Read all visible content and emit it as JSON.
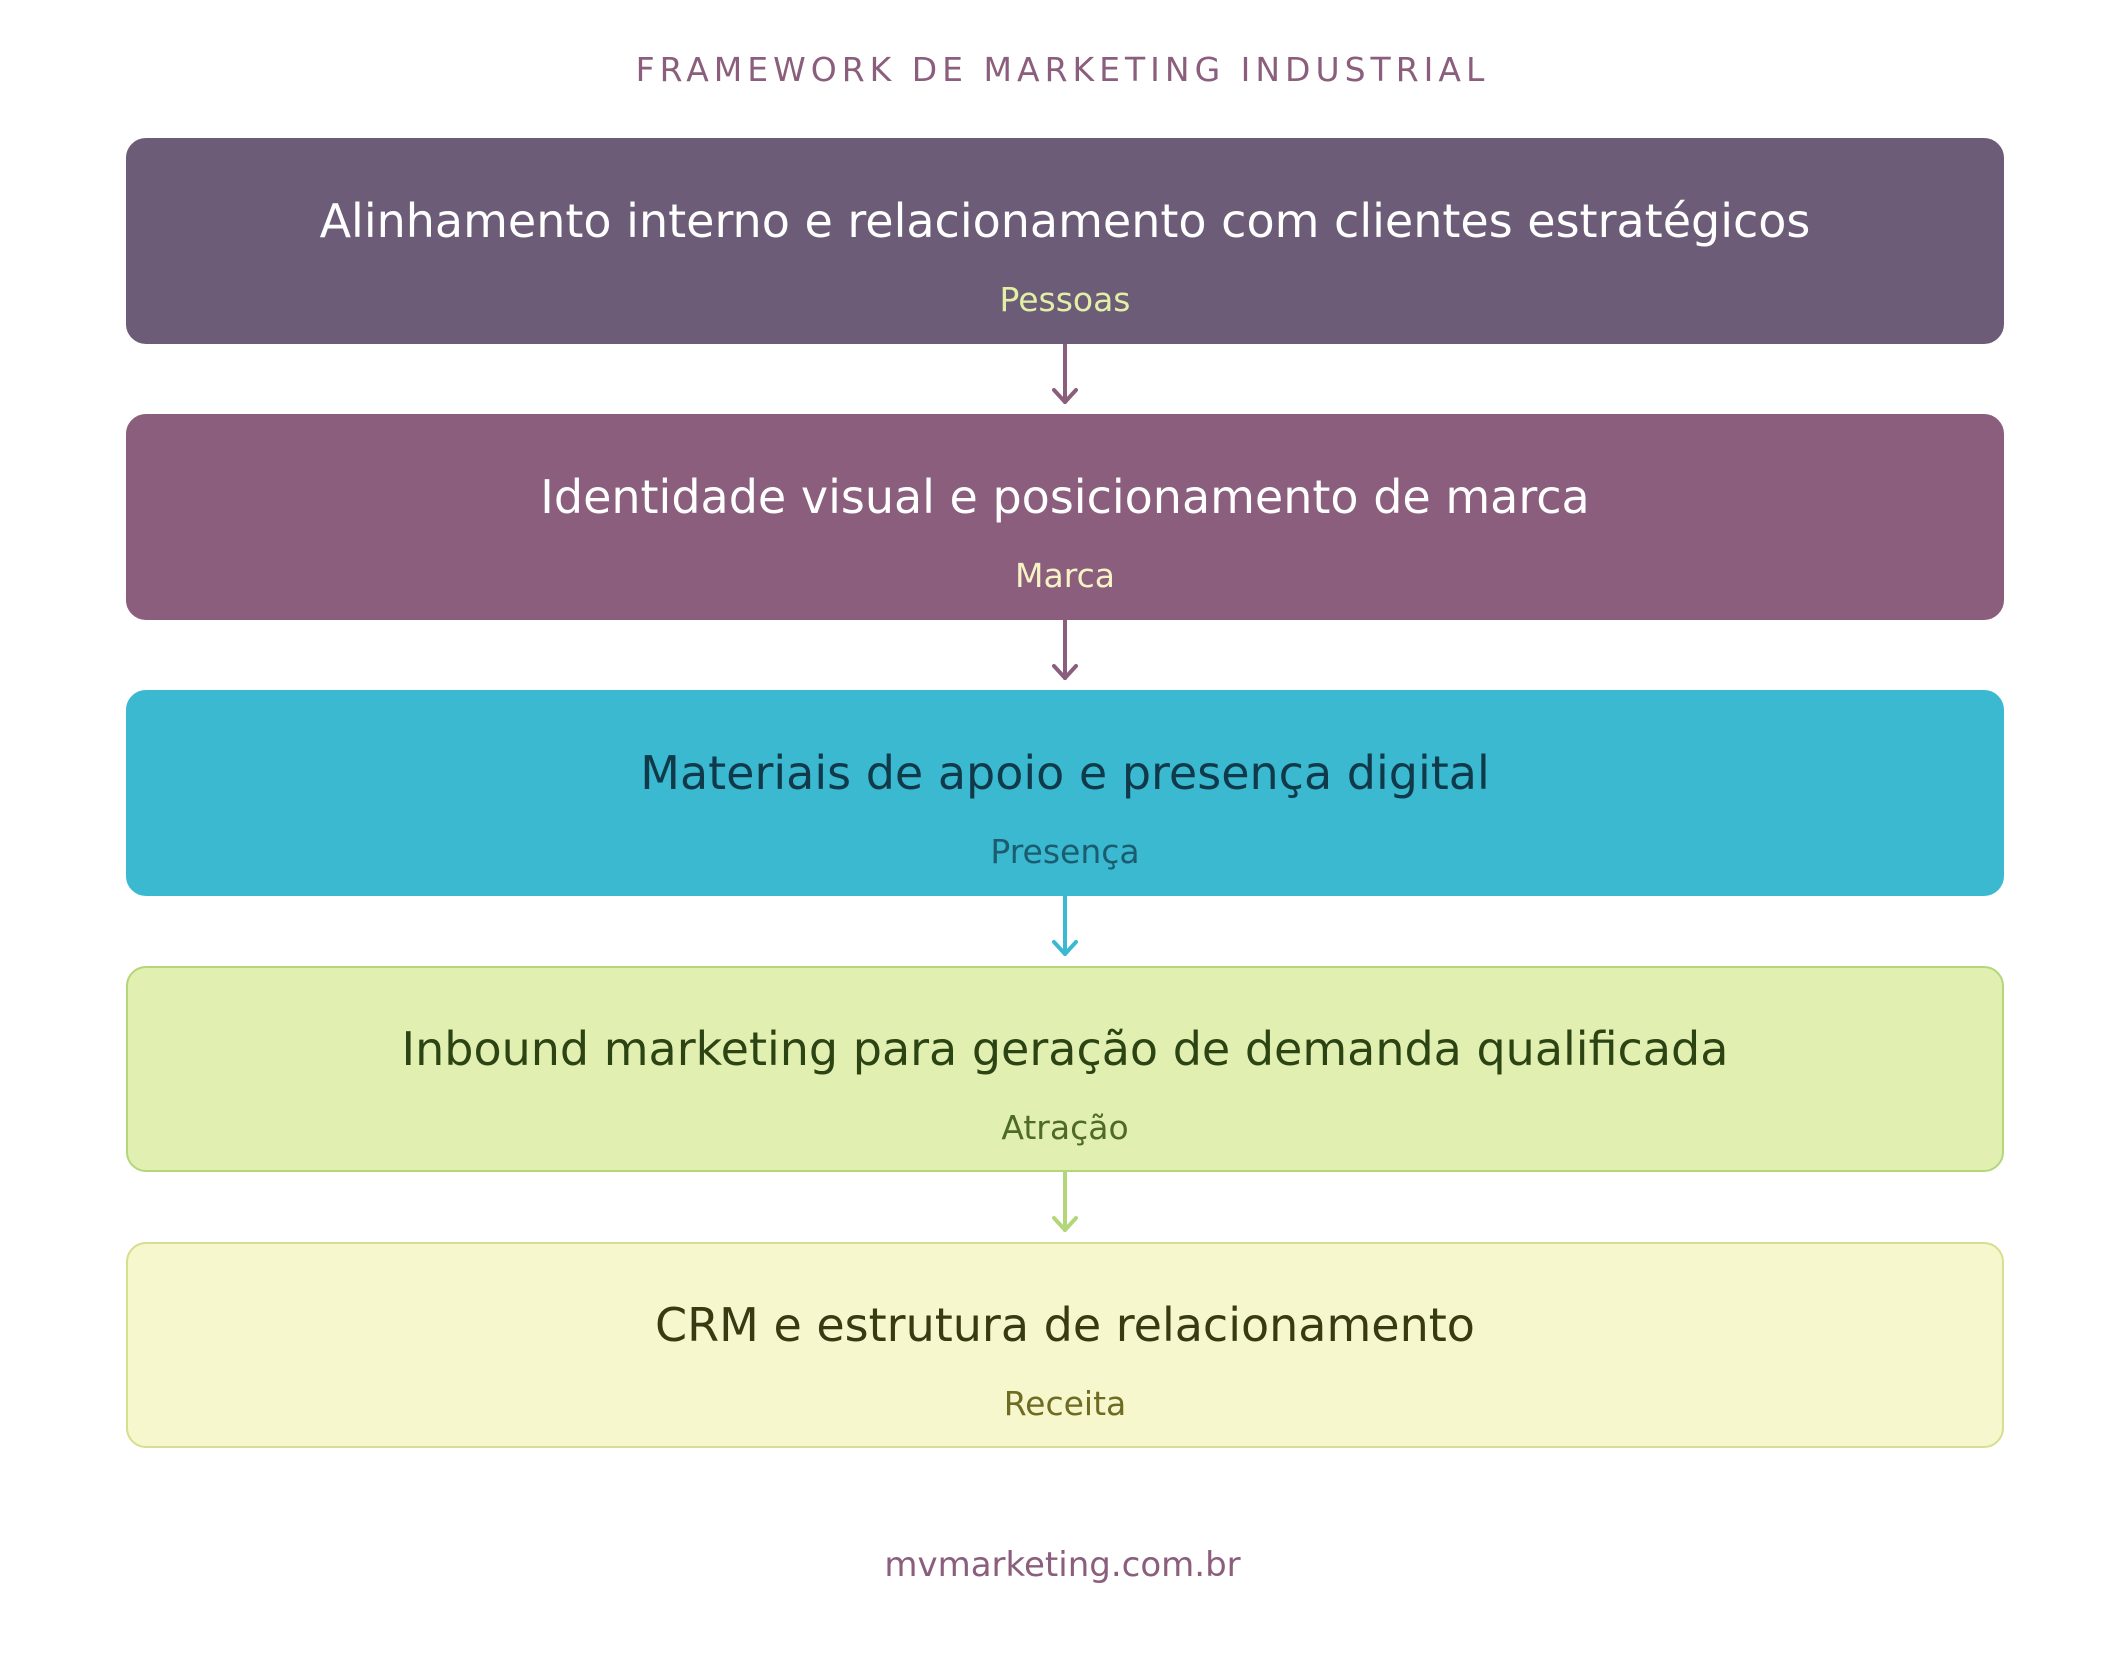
{
  "title": "FRAMEWORK DE MARKETING INDUSTRIAL",
  "steps": [
    {
      "main": "Alinhamento interno e relacionamento com clientes estratégicos",
      "sub": "Pessoas",
      "bg": "#6c5c78",
      "border": "#6c5c78",
      "main_color": "#ffffff",
      "sub_color": "#e2f0a6"
    },
    {
      "main": "Identidade visual e posicionamento de marca",
      "sub": "Marca",
      "bg": "#8a5e7c",
      "border": "#8a5e7c",
      "main_color": "#ffffff",
      "sub_color": "#f6f4c6"
    },
    {
      "main": "Materiais de apoio e presença digital",
      "sub": "Presença",
      "bg": "#3ab9d1",
      "border": "#3ab9d1",
      "main_color": "#103a4a",
      "sub_color": "#1b5d6e"
    },
    {
      "main": "Inbound marketing para geração de demanda qualificada",
      "sub": "Atração",
      "bg": "#e1f0b0",
      "border": "#b4d67a",
      "main_color": "#2c4414",
      "sub_color": "#4e6a24"
    },
    {
      "main": "CRM e estrutura de relacionamento",
      "sub": "Receita",
      "bg": "#f6f7cd",
      "border": "#d6de90",
      "main_color": "#383a12",
      "sub_color": "#6e6c22"
    }
  ],
  "arrows": [
    {
      "color": "#8a5e7c"
    },
    {
      "color": "#8a5e7c"
    },
    {
      "color": "#3ab9d1"
    },
    {
      "color": "#b4d67a"
    }
  ],
  "footer": "mvmarketing.com.br"
}
